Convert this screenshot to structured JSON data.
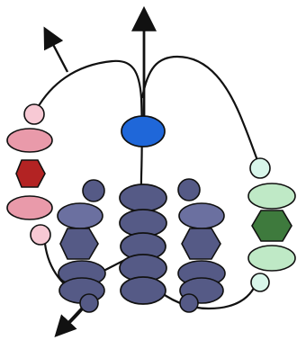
{
  "diagram": {
    "colors": {
      "background": "#ffffff",
      "stroke": "#111111",
      "navy": "#555a86",
      "navy_light": "#6b70a0",
      "blue": "#1f67d9",
      "pink": "#e99aaa",
      "pink_light": "#f7c9d4",
      "red": "#b32323",
      "green_light": "#bfe9c6",
      "mint": "#d8f6ea",
      "green": "#3e7a3d"
    },
    "element_kinds": [
      "navy-ellipse",
      "navy-hexagon",
      "blue-ellipse",
      "pink-ellipse",
      "pink-circle",
      "red-hexagon",
      "light-green-ellipse",
      "mint-circle",
      "green-hexagon",
      "arrow",
      "connecting-strand"
    ]
  }
}
